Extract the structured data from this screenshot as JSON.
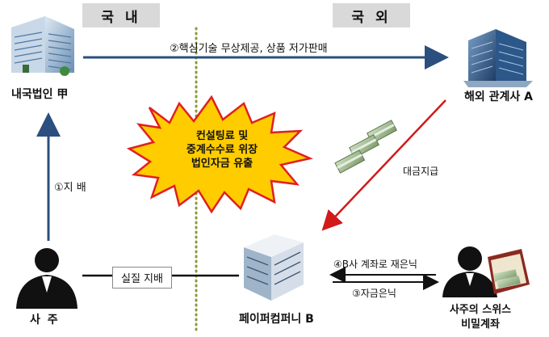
{
  "regions": {
    "domestic": "국 내",
    "overseas": "국 외"
  },
  "entities": {
    "domestic_corp": "내국법인 甲",
    "overseas_affiliate": "해외 관계사 A",
    "paper_company": "페이퍼컴퍼니 B",
    "owner": "사 주",
    "secret_account_line1": "사주의 스위스",
    "secret_account_line2": "비밀계좌"
  },
  "flows": {
    "tech_transfer": "②핵심기술 무상제공, 상품 저가판매",
    "control": "①지 배",
    "payment": "대금지급",
    "actual_control": "실질 지배",
    "relaunder": "④B사 계좌로 재은닉",
    "conceal": "③자금은닉"
  },
  "burst": {
    "line1": "컨설팅료 및",
    "line2": "중계수수료 위장",
    "line3": "법인자금 유출"
  },
  "colors": {
    "blue_arrow": "#2b4f7e",
    "red_arrow": "#d11a1a",
    "divider": "#8a9a3a",
    "burst_fill": "#ffcc00",
    "burst_stroke": "#e02020",
    "region_tab": "#d9d9d9"
  }
}
